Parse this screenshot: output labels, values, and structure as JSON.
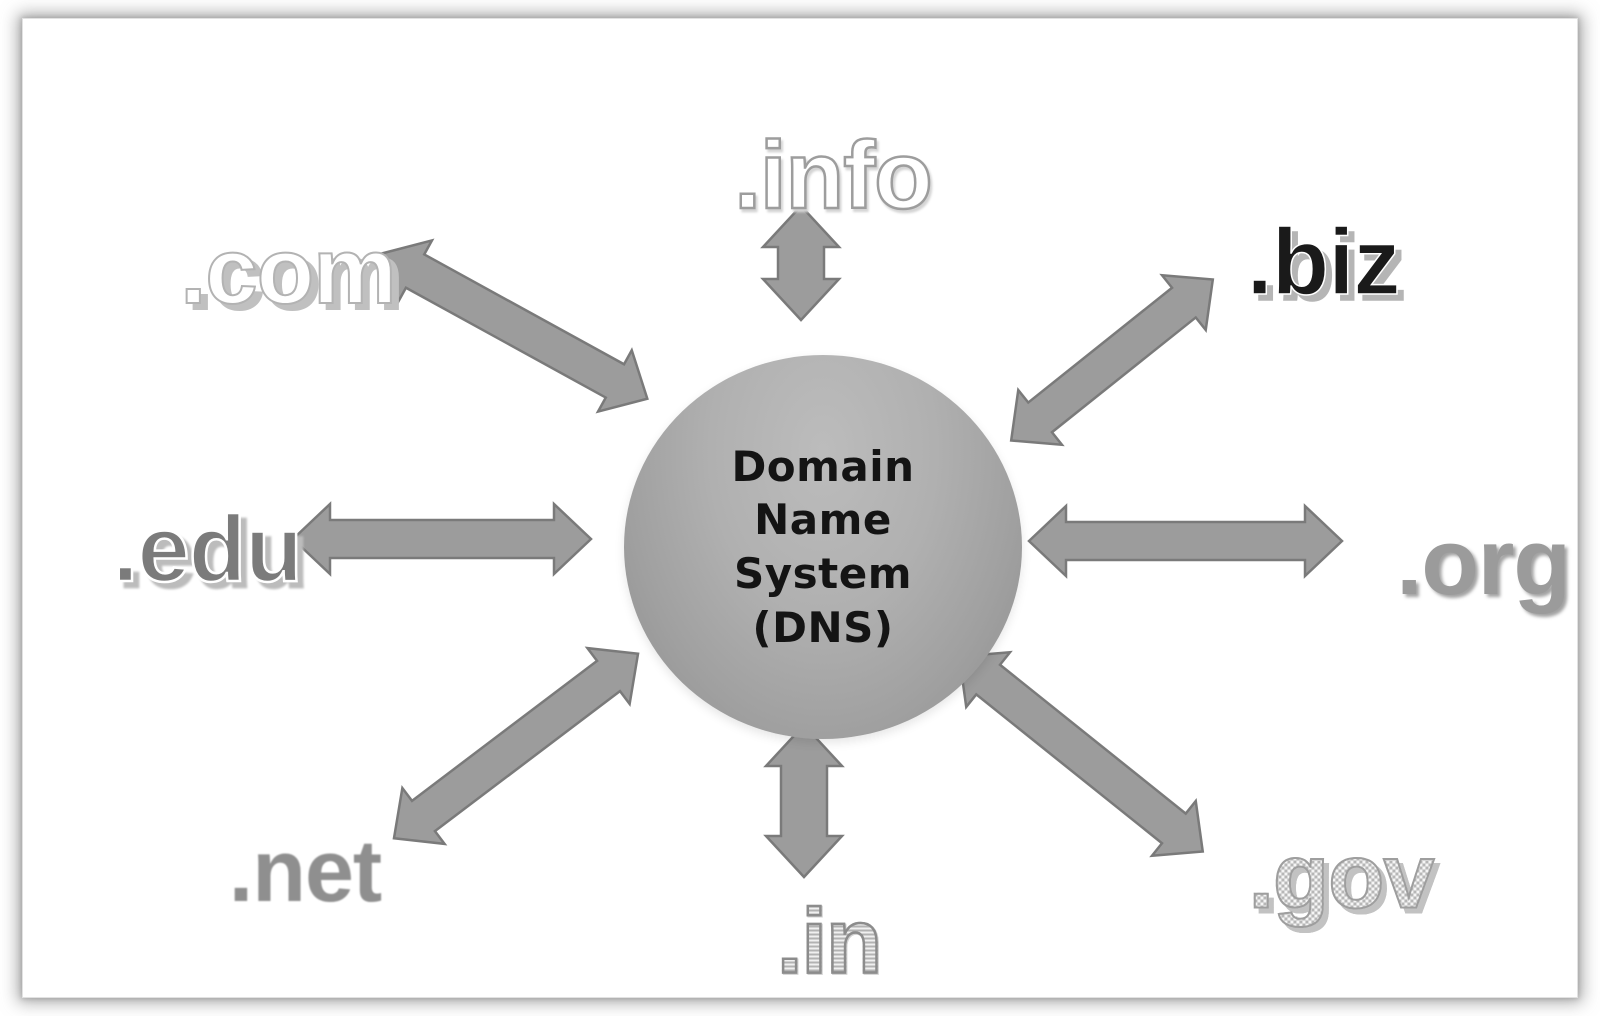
{
  "diagram": {
    "title": "Domain Name System (DNS) diagram",
    "center": {
      "label": "Domain\nName\nSystem\n(DNS)"
    },
    "nodes": [
      {
        "id": "info",
        "label": ".info"
      },
      {
        "id": "com",
        "label": ".com"
      },
      {
        "id": "biz",
        "label": ".biz"
      },
      {
        "id": "edu",
        "label": ".edu"
      },
      {
        "id": "org",
        "label": ".org"
      },
      {
        "id": "net",
        "label": ".net"
      },
      {
        "id": "gov",
        "label": ".gov"
      },
      {
        "id": "in",
        "label": ".in"
      }
    ],
    "colors": {
      "arrow_fill": "#9c9c9c",
      "arrow_stroke": "#7a7a7a",
      "circle_light": "#bcbcbc",
      "circle_dark": "#8d8d8d",
      "center_text": "#141414",
      "background": "#ffffff"
    }
  }
}
